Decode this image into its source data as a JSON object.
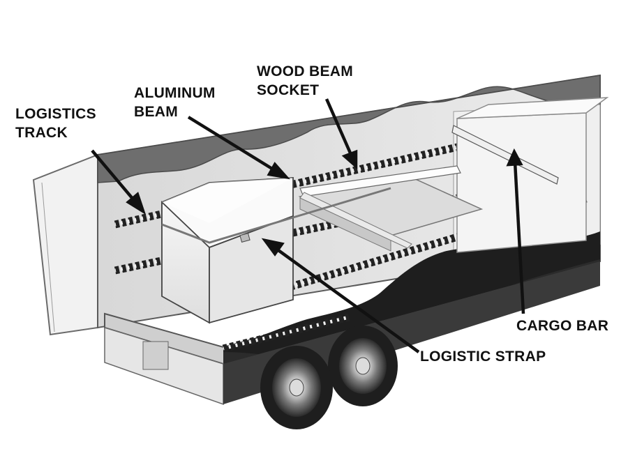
{
  "labels": {
    "logistics_track": [
      "LOGISTICS",
      "TRACK"
    ],
    "aluminum_beam": [
      "ALUMINUM",
      "BEAM"
    ],
    "wood_beam_socket": [
      "WOOD BEAM",
      "SOCKET"
    ],
    "cargo_bar": "CARGO BAR",
    "logistic_strap": "LOGISTIC STRAP"
  },
  "colors": {
    "trailer_body": "#e4e4e4",
    "trailer_roof": "#6e6e6e",
    "floor_cutaway": "#1e1e1e",
    "cargo_box": "#f4f4f4",
    "track_holes": "#222222",
    "label_text": "#111111"
  }
}
